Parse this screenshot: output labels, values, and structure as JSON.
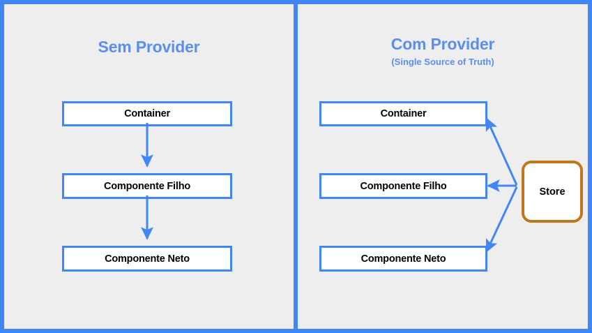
{
  "diagram": {
    "title_left": "Sem Provider",
    "title_right": "Com Provider",
    "subtitle_right": "(Single Source of Truth)",
    "colors": {
      "accent_blue": "#4285f4",
      "title_blue": "#5b8ef0",
      "panel_background": "#eeeeee",
      "node_fill": "#ffffff",
      "store_border": "#c0761b",
      "text": "#000000"
    },
    "left_panel": {
      "nodes": [
        {
          "label": "Container"
        },
        {
          "label": "Componente Filho"
        },
        {
          "label": "Componente Neto"
        }
      ],
      "connections": [
        {
          "from": "Container",
          "to": "Componente Filho",
          "style": "vertical-arrow-down"
        },
        {
          "from": "Componente Filho",
          "to": "Componente Neto",
          "style": "vertical-arrow-down"
        }
      ]
    },
    "right_panel": {
      "nodes": [
        {
          "label": "Container"
        },
        {
          "label": "Componente Filho"
        },
        {
          "label": "Componente Neto"
        }
      ],
      "store": {
        "label": "Store"
      },
      "connections": [
        {
          "from": "Store",
          "to": "Container",
          "style": "diagonal-arrow-up-left"
        },
        {
          "from": "Store",
          "to": "Componente Filho",
          "style": "horizontal-arrow-left"
        },
        {
          "from": "Store",
          "to": "Componente Neto",
          "style": "diagonal-arrow-down-left"
        }
      ]
    }
  }
}
